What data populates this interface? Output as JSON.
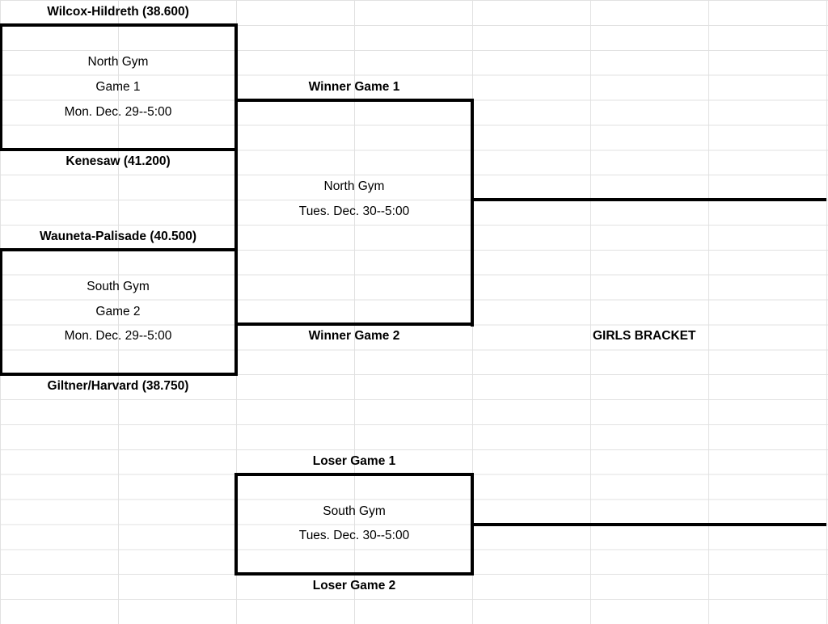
{
  "bracket": {
    "title": "GIRLS BRACKET",
    "game1": {
      "top_team": "Wilcox-Hildreth (38.600)",
      "bottom_team": "Kenesaw (41.200)",
      "gym": "North Gym",
      "name": "Game 1",
      "time": "Mon. Dec. 29--5:00"
    },
    "game2": {
      "top_team": "Wauneta-Palisade (40.500)",
      "bottom_team": "Giltner/Harvard (38.750)",
      "gym": "South Gym",
      "name": "Game 2",
      "time": "Mon. Dec. 29--5:00"
    },
    "winners_final": {
      "top_source": "Winner Game 1",
      "bottom_source": "Winner Game 2",
      "gym": "North Gym",
      "time": "Tues. Dec. 30--5:00"
    },
    "consolation": {
      "top_source": "Loser Game 1",
      "bottom_source": "Loser Game 2",
      "gym": "South Gym",
      "time": "Tues. Dec. 30--5:00"
    }
  }
}
